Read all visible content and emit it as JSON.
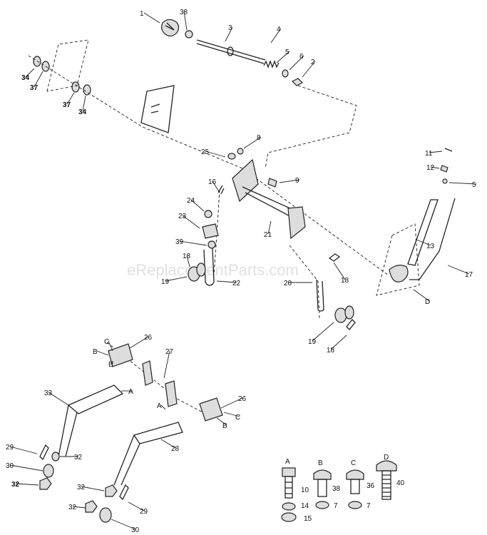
{
  "watermark": "eReplacementParts.com",
  "callouts": {
    "c1": "1",
    "c2": "2",
    "c3": "3",
    "c4": "4",
    "c5a": "5",
    "c6a": "6",
    "c38a": "38",
    "c34a": "34",
    "c37a": "37",
    "c37b": "37",
    "c34b": "34",
    "c8": "8",
    "c25": "25",
    "c9": "9",
    "c16": "16",
    "c24": "24",
    "c23": "23",
    "c39": "39",
    "c21": "21",
    "c18a": "18",
    "c19a": "19",
    "c22": "22",
    "c11": "11",
    "c12": "12",
    "c5b": "5",
    "c13": "13",
    "c17": "17",
    "cD": "D",
    "c20": "20",
    "c18b": "18",
    "c19b": "19",
    "c18c": "18",
    "c26a": "26",
    "cCa": "C",
    "cBa": "B",
    "cBb": "B",
    "c27": "27",
    "c33": "33",
    "cAa": "A",
    "cAb": "A",
    "c26b": "26",
    "cCb": "C",
    "cBc": "B",
    "c28": "28",
    "c29a": "29",
    "c32a": "32",
    "c30a": "30",
    "c32b": "32",
    "c32c": "32",
    "c29b": "29",
    "c32d": "32",
    "c30b": "30"
  },
  "legend": {
    "A": {
      "letter": "A",
      "top": "10",
      "mid": "14",
      "bot": "15"
    },
    "B": {
      "letter": "B",
      "top": "38",
      "bot": "7"
    },
    "C": {
      "letter": "C",
      "top": "36",
      "bot": "7"
    },
    "D": {
      "letter": "D",
      "top": "40"
    }
  }
}
